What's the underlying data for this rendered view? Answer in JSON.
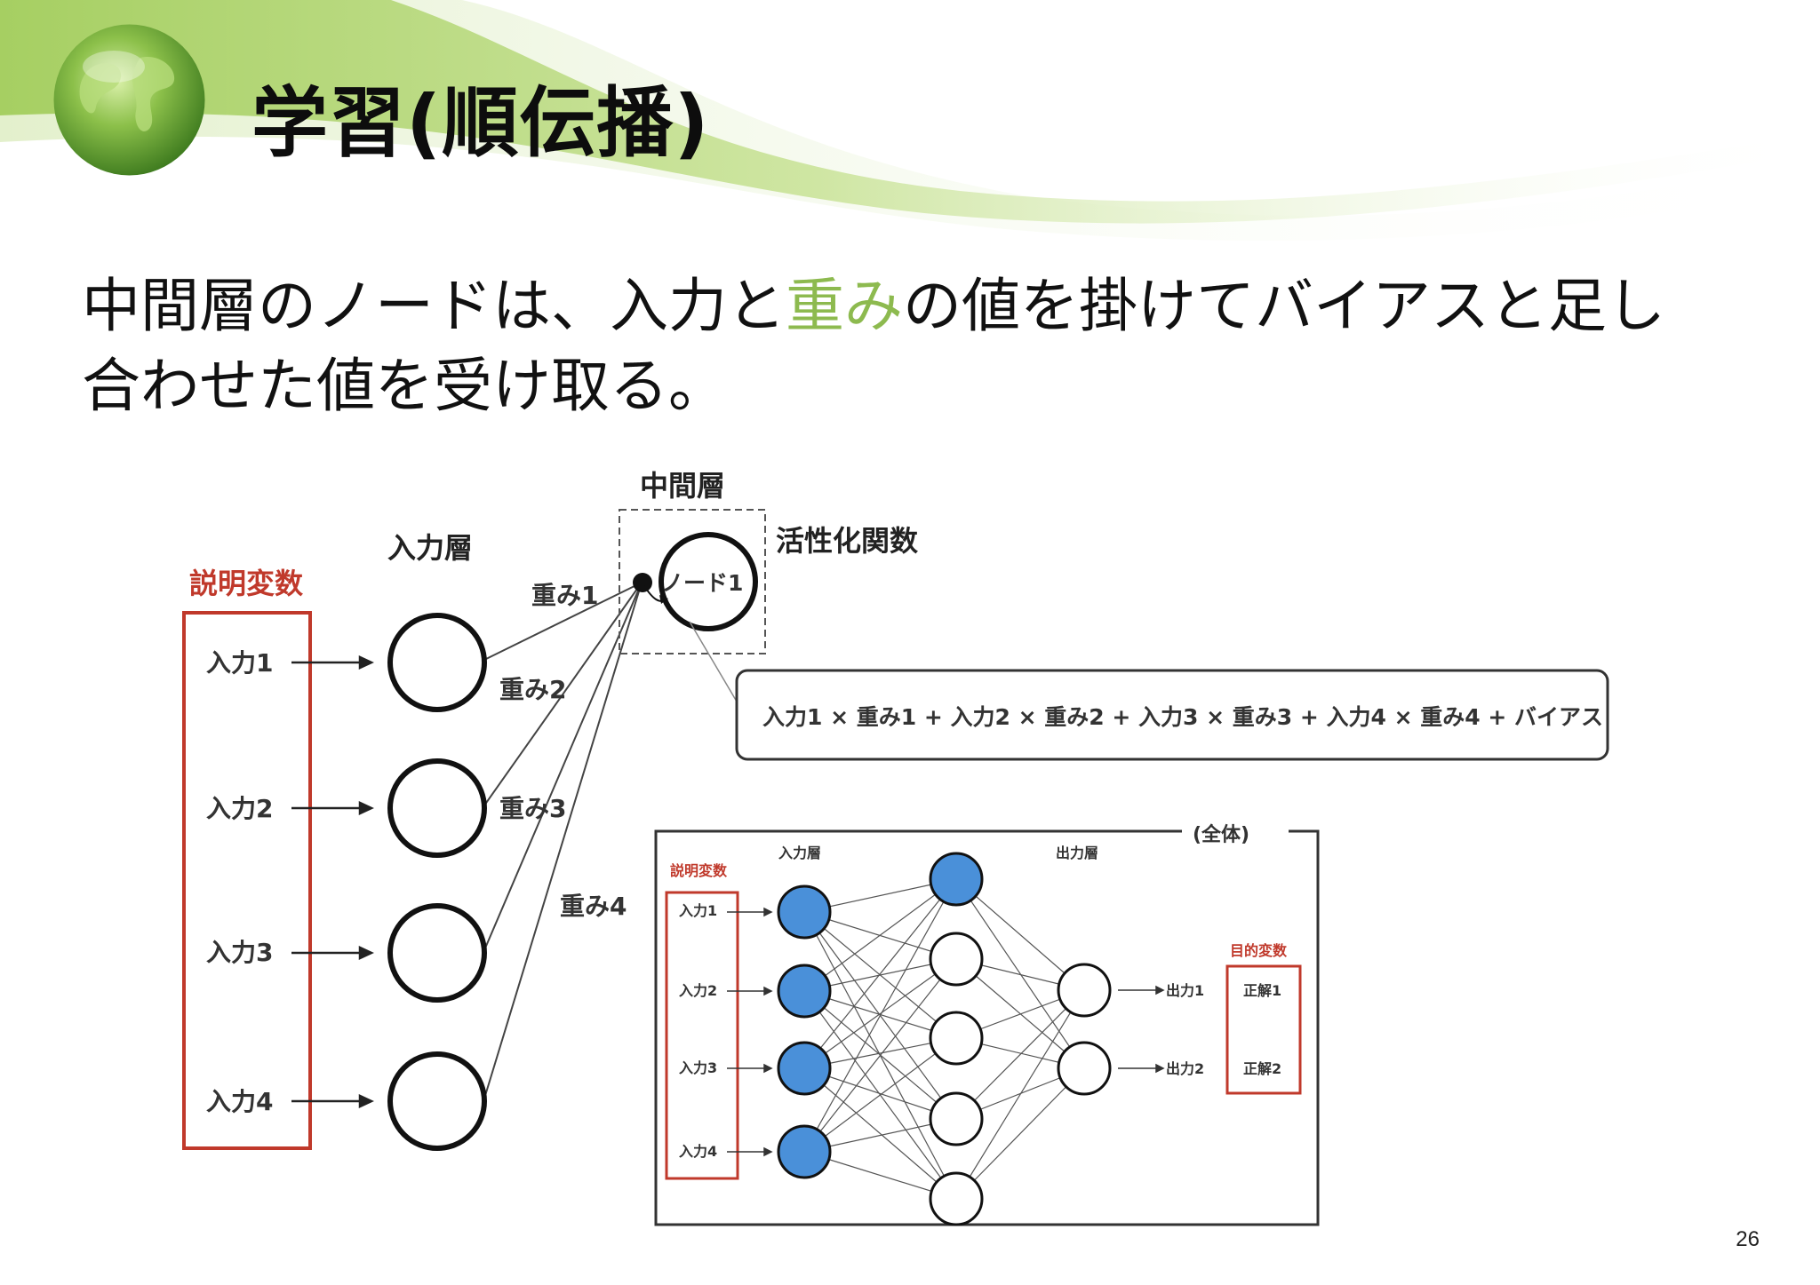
{
  "slide": {
    "title": "学習(順伝播)",
    "body": {
      "line1_before": "中間層のノードは、入力と",
      "line1_highlight": "重み",
      "line1_after": "の値を掛けてバイアスと足し",
      "line2": "合わせた値を受け取る。"
    },
    "page_number": "26",
    "colors": {
      "highlight": "#8dba4f",
      "accent_red": "#c0392b",
      "node_blue": "#4a90d9",
      "header_green": "#9cc95a"
    }
  },
  "diagram": {
    "explanatory_variables_label": "説明変数",
    "input_layer_label": "入力層",
    "hidden_layer_label": "中間層",
    "activation_label": "活性化関数",
    "node_label": "ノード1",
    "inputs": [
      "入力1",
      "入力2",
      "入力3",
      "入力4"
    ],
    "weights": [
      "重み1",
      "重み2",
      "重み3",
      "重み4"
    ],
    "formula": "入力1 × 重み1 + 入力2 × 重み2 + 入力3 × 重み3 + 入力4 × 重み4 + バイアス"
  },
  "overview": {
    "tag": "(全体)",
    "explanatory_label": "説明変数",
    "input_layer_label": "入力層",
    "output_layer_label": "出力層",
    "target_label": "目的変数",
    "inputs": [
      "入力1",
      "入力2",
      "入力3",
      "入力4"
    ],
    "outputs": [
      "出力1",
      "出力2"
    ],
    "answers": [
      "正解1",
      "正解2"
    ]
  }
}
